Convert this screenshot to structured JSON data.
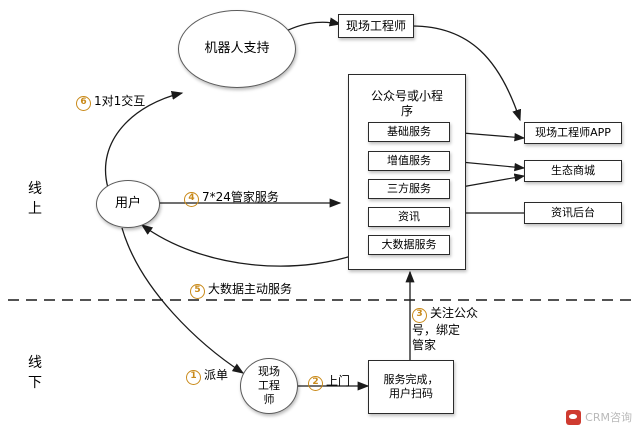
{
  "diagram": {
    "title": "",
    "axis": {
      "online": "线\n上",
      "offline": "线\n下"
    },
    "nodes": [
      {
        "id": "robot",
        "label": "机器人支持",
        "shape": "ellipse"
      },
      {
        "id": "field_engineer_top",
        "label": "现场工程师",
        "shape": "rect"
      },
      {
        "id": "user",
        "label": "用户",
        "shape": "ellipse"
      },
      {
        "id": "platform",
        "label": "公众号或小程\n序",
        "shape": "rect"
      },
      {
        "id": "basic_service",
        "label": "基础服务",
        "shape": "rect"
      },
      {
        "id": "value_added_service",
        "label": "增值服务",
        "shape": "rect"
      },
      {
        "id": "third_party_service",
        "label": "三方服务",
        "shape": "rect"
      },
      {
        "id": "information",
        "label": "资讯",
        "shape": "rect"
      },
      {
        "id": "bigdata_service",
        "label": "大数据服务",
        "shape": "rect"
      },
      {
        "id": "engineer_app",
        "label": "现场工程师APP",
        "shape": "rect"
      },
      {
        "id": "eco_mall",
        "label": "生态商城",
        "shape": "rect"
      },
      {
        "id": "info_backend",
        "label": "资讯后台",
        "shape": "rect"
      },
      {
        "id": "field_engineer_bottom",
        "label": "现场\n工程\n师",
        "shape": "ellipse"
      },
      {
        "id": "service_done",
        "label": "服务完成，\n用户扫码",
        "shape": "rect"
      }
    ],
    "edge_labels": [
      {
        "id": "e6",
        "num": "6",
        "text": "1对1交互"
      },
      {
        "id": "e4",
        "num": "4",
        "text": "7*24管家服务"
      },
      {
        "id": "e5",
        "num": "5",
        "text": "大数据主动服务"
      },
      {
        "id": "e3",
        "num": "3",
        "text": "关注公众\n号，绑定\n管家"
      },
      {
        "id": "e1",
        "num": "1",
        "text": "派单"
      },
      {
        "id": "e2",
        "num": "2",
        "text": "上门"
      }
    ],
    "watermark": "CRM咨询"
  }
}
